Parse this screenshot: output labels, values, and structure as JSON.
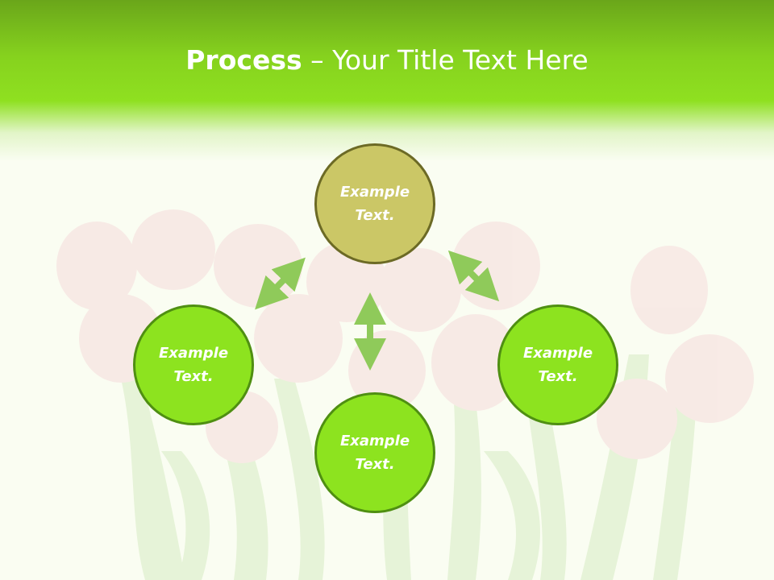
{
  "title": {
    "bold": "Process",
    "rest": " – Your Title Text Here"
  },
  "nodes": [
    {
      "id": "top",
      "label": "Example Text.",
      "color": "#cbc766"
    },
    {
      "id": "left",
      "label": "Example Text.",
      "color": "#8de31f"
    },
    {
      "id": "right",
      "label": "Example Text.",
      "color": "#8de31f"
    },
    {
      "id": "bottom",
      "label": "Example Text.",
      "color": "#8de31f"
    }
  ],
  "colors": {
    "header": "#8fe020",
    "arrow": "#8fca5a",
    "node_border": "#4f8f12"
  },
  "background_image": "pink-tulips-bouquet"
}
